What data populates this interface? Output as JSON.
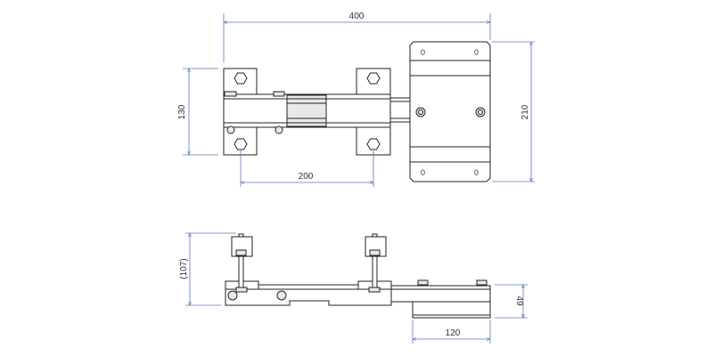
{
  "top_view": {
    "dim_overall_length": "400",
    "dim_clamp_height": "130",
    "dim_clamp_spacing": "200",
    "dim_plate_height": "210",
    "plate_hole_mark": "0"
  },
  "side_view": {
    "dim_total_height": "(107)",
    "dim_plate_height": "49",
    "dim_plate_width": "120"
  },
  "colors": {
    "dimension": "#5a78b8",
    "outline": "#222222"
  }
}
